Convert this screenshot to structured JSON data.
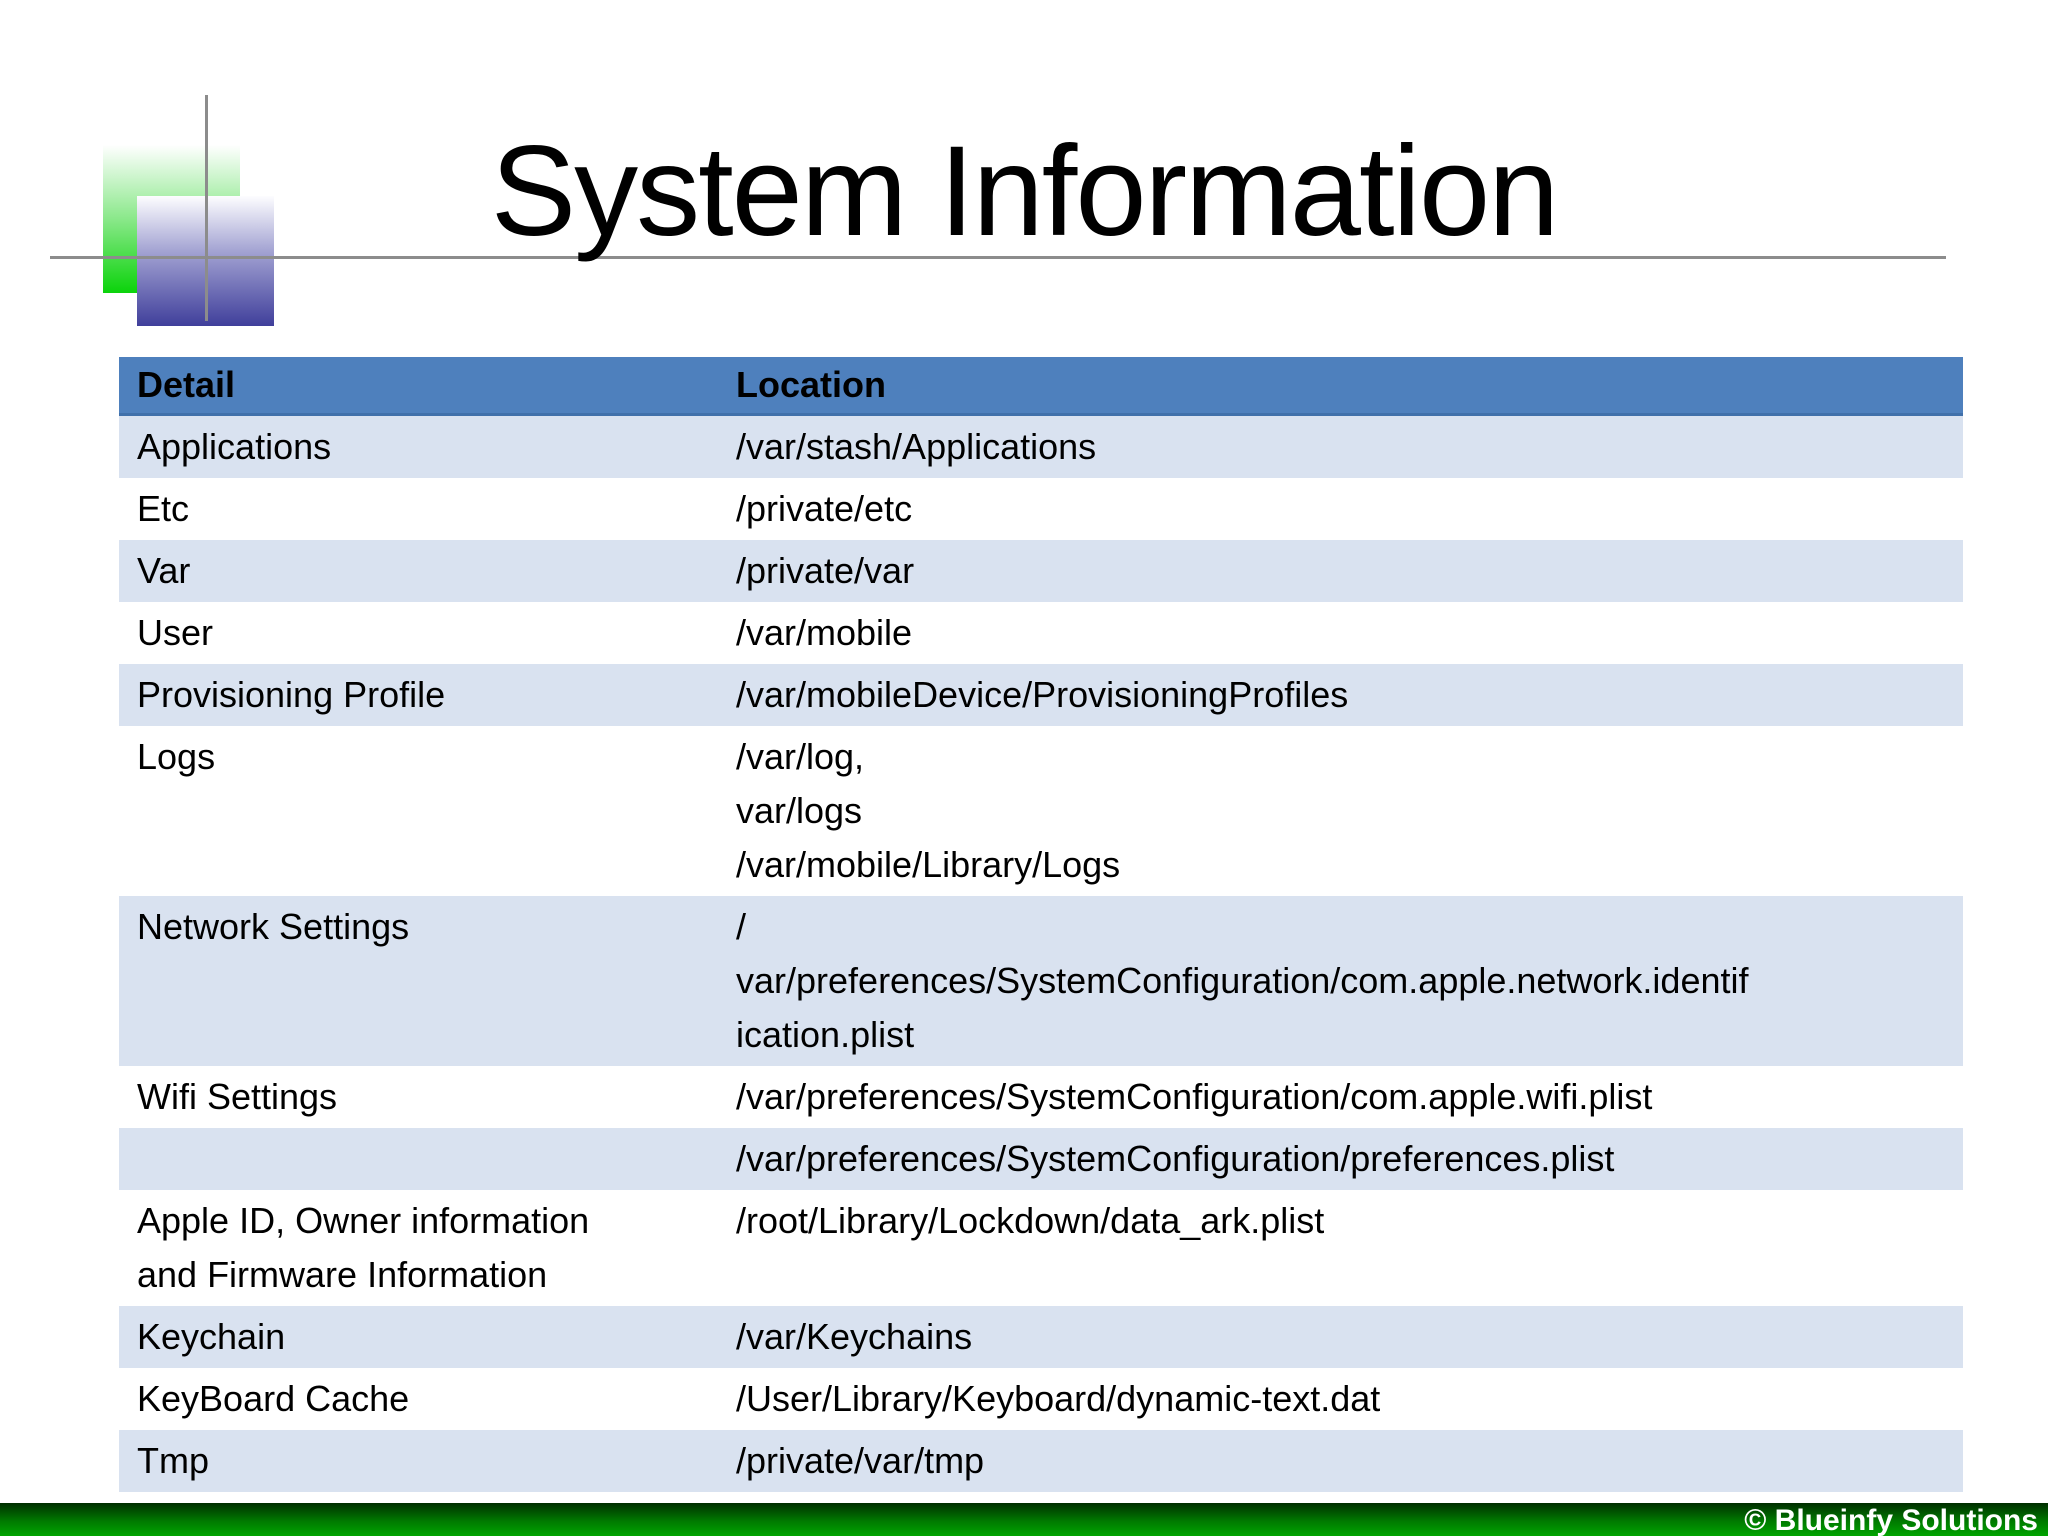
{
  "slide": {
    "title": "System Information",
    "footer": {
      "copyright": "© Blueinfy Solutions"
    }
  },
  "table": {
    "headers": {
      "detail": "Detail",
      "location": "Location"
    },
    "rows": [
      {
        "detail": "Applications",
        "location": "/var/stash/Applications"
      },
      {
        "detail": "Etc",
        "location": "/private/etc"
      },
      {
        "detail": "Var",
        "location": "/private/var"
      },
      {
        "detail": "User",
        "location": "/var/mobile"
      },
      {
        "detail": "Provisioning Profile",
        "location": "/var/mobileDevice/ProvisioningProfiles"
      },
      {
        "detail": "Logs",
        "location": "/var/log,\nvar/logs\n/var/mobile/Library/Logs"
      },
      {
        "detail": "Network Settings",
        "location": "/\nvar/preferences/SystemConfiguration/com.apple.network.identif\nication.plist"
      },
      {
        "detail": "Wifi Settings",
        "location": "/var/preferences/SystemConfiguration/com.apple.wifi.plist"
      },
      {
        "detail": "",
        "location": "/var/preferences/SystemConfiguration/preferences.plist"
      },
      {
        "detail": "Apple ID, Owner information\nand Firmware Information",
        "location": "/root/Library/Lockdown/data_ark.plist"
      },
      {
        "detail": "Keychain",
        "location": "/var/Keychains"
      },
      {
        "detail": "KeyBoard Cache",
        "location": "/User/Library/Keyboard/dynamic-text.dat"
      },
      {
        "detail": "Tmp",
        "location": "/private/var/tmp"
      }
    ]
  },
  "colors": {
    "header_bg": "#4e80bd",
    "row_alt_bg": "#d9e2f0",
    "footer_green": "#00a400",
    "logo_green": "#0bd30b",
    "logo_purple": "#403f9b",
    "rule_gray": "#8c8c8c"
  }
}
